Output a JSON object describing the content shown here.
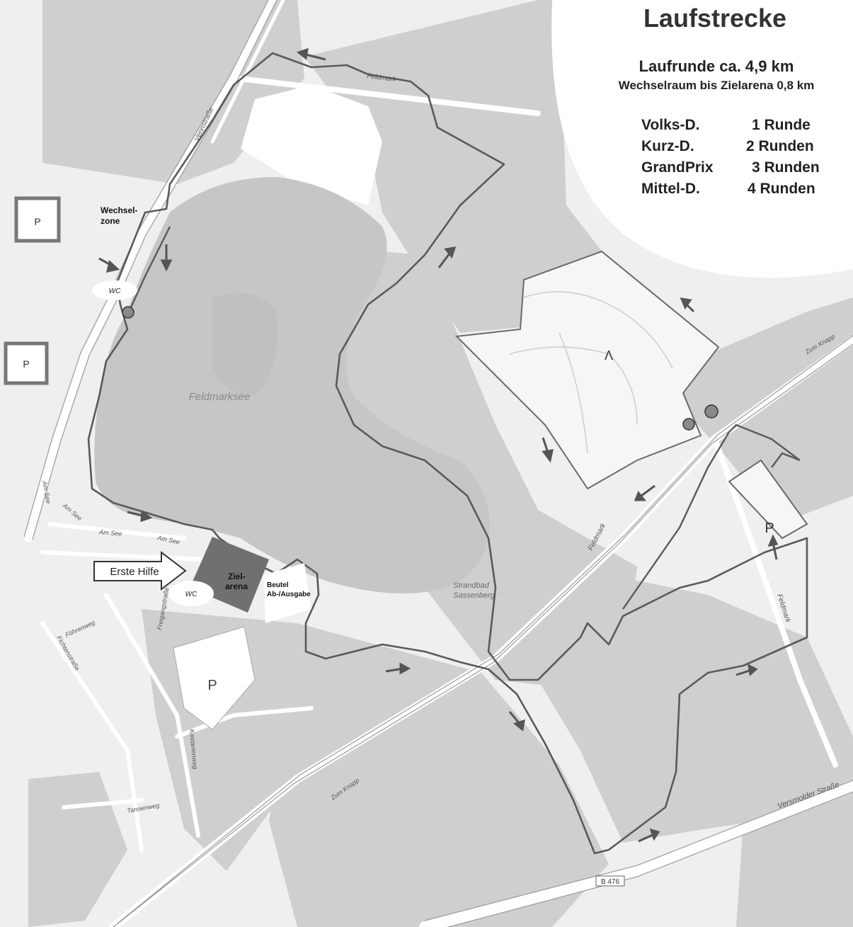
{
  "header": {
    "title": "Laufstrecke",
    "lap_distance": "Laufrunde ca. 4,9 km",
    "transition_distance": "Wechselraum bis Zielarena 0,8 km"
  },
  "distances": [
    {
      "name": "Volks-D.",
      "rounds": "1 Runde"
    },
    {
      "name": "Kurz-D.",
      "rounds": "2 Runden"
    },
    {
      "name": "GrandPrix",
      "rounds": "3 Runden"
    },
    {
      "name": "Mittel-D.",
      "rounds": "4 Runden"
    }
  ],
  "places": {
    "transition": [
      "Wechsel-",
      "zone"
    ],
    "finish": [
      "Ziel-",
      "arena"
    ],
    "bag": [
      "Beutel",
      "Ab-/Ausgabe"
    ],
    "first_aid": "Erste Hilfe",
    "wc": "WC",
    "lake": "Feldmarksee",
    "beach": [
      "Strandbad",
      "Sassenberg"
    ],
    "parking": "P",
    "camping": "Λ"
  },
  "streets": {
    "feldmark": "Feldmark",
    "vennstrasse": "Vennstraße",
    "zum_knapp": "Zum Knapp",
    "am_see": "Am See",
    "foehrenweg": "Föhrenweg",
    "fichtenstrasse": "Fichtenstraße",
    "freigang": "Freigangstraße",
    "tannenweg": "Tannenweg",
    "kastanienweg": "Kastanienweg",
    "versmolder": "Versmolder Straße",
    "b476": "B 476"
  },
  "colors": {
    "forest": "#cfcfcf",
    "lake": "#c6c6c6",
    "open": "#efefef",
    "route": "#5a5a5a",
    "finish_area": "#707070",
    "marker": "#8a8a8a"
  }
}
